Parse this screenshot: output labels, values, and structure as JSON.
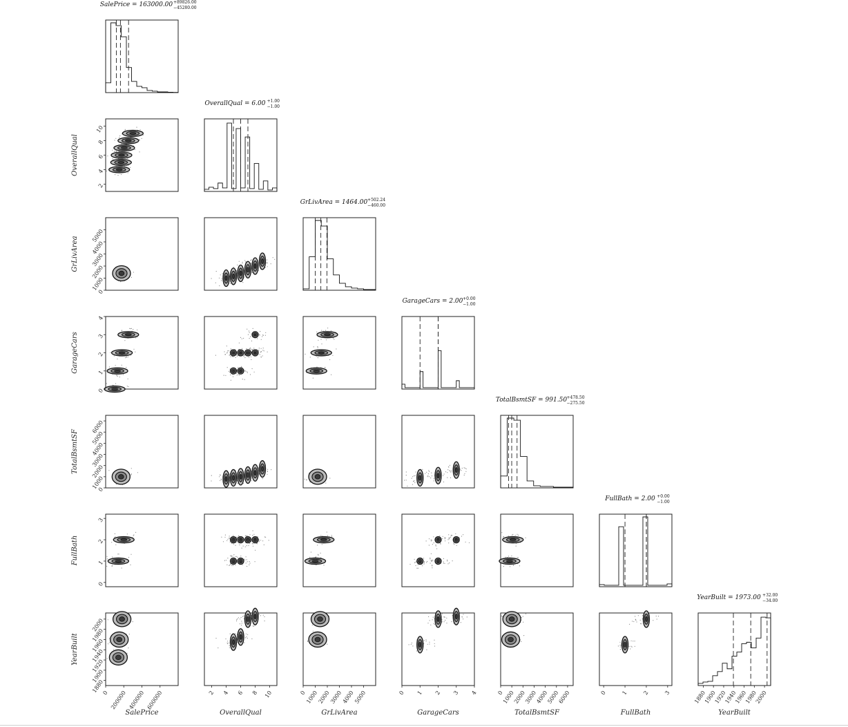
{
  "chart_data": {
    "type": "scatter",
    "subtype": "corner",
    "variables": [
      {
        "name": "SalePrice",
        "median": 163000.0,
        "plus": 89826.0,
        "minus": 45280.0,
        "title": {
          "main": "SalePrice = 163000.00",
          "sup": "+89826.00",
          "sub": "−45280.00"
        },
        "range": [
          0,
          800000
        ],
        "ticks": [
          0,
          200000,
          400000,
          600000
        ],
        "quantiles": [
          117720,
          163000,
          252826
        ],
        "hist": [
          0.14,
          1.0,
          0.96,
          0.8,
          0.36,
          0.16,
          0.09,
          0.07,
          0.03,
          0.02,
          0.01,
          0.01,
          0.005,
          0.003
        ]
      },
      {
        "name": "OverallQual",
        "median": 6.0,
        "plus": 1.0,
        "minus": 1.0,
        "title": {
          "main": "OverallQual = 6.00",
          "sup": "+1.00",
          "sub": "−1.00"
        },
        "range": [
          1,
          11
        ],
        "ticks": [
          2,
          4,
          6,
          8,
          10
        ],
        "quantiles": [
          5,
          6,
          7
        ],
        "hist": [
          0.03,
          0.06,
          0.04,
          0.12,
          0.05,
          0.98,
          0.04,
          0.9,
          0.05,
          0.78,
          0.04,
          0.4,
          0.03,
          0.15,
          0.02,
          0.05
        ]
      },
      {
        "name": "GrLivArea",
        "median": 1464.0,
        "plus": 502.24,
        "minus": 460.0,
        "title": {
          "main": "GrLivArea = 1464.00",
          "sup": "+502.24",
          "sub": "−460.00"
        },
        "range": [
          0,
          6000
        ],
        "ticks": [
          0,
          1000,
          2000,
          3000,
          4000,
          5000
        ],
        "quantiles": [
          1004,
          1464,
          1966
        ],
        "hist": [
          0.02,
          0.48,
          1.0,
          0.92,
          0.45,
          0.22,
          0.1,
          0.05,
          0.03,
          0.02,
          0.01,
          0.01
        ]
      },
      {
        "name": "GarageCars",
        "median": 2.0,
        "plus": 0.0,
        "minus": 1.0,
        "title": {
          "main": "GarageCars = 2.00",
          "sup": "+0.00",
          "sub": "−1.00"
        },
        "range": [
          0,
          4
        ],
        "ticks": [
          0,
          1,
          2,
          3,
          4
        ],
        "quantiles": [
          1,
          2,
          2
        ],
        "hist": [
          0.07,
          0.02,
          0.02,
          0.02,
          0.02,
          0.02,
          0.25,
          0.02,
          0.02,
          0.02,
          0.02,
          0.02,
          0.55,
          0.02,
          0.02,
          0.02,
          0.02,
          0.02,
          0.12,
          0.02,
          0.02,
          0.02,
          0.02,
          0.02
        ]
      },
      {
        "name": "TotalBsmtSF",
        "median": 991.5,
        "plus": 478.5,
        "minus": 275.5,
        "title": {
          "main": "TotalBsmtSF = 991.50",
          "sup": "+478.50",
          "sub": "−275.50"
        },
        "range": [
          0,
          6500
        ],
        "ticks": [
          0,
          1000,
          2000,
          3000,
          4000,
          5000,
          6000
        ],
        "quantiles": [
          716,
          991.5,
          1470
        ],
        "hist": [
          0.17,
          1.0,
          0.97,
          0.45,
          0.1,
          0.03,
          0.02,
          0.02,
          0.01,
          0.01,
          0.01
        ]
      },
      {
        "name": "FullBath",
        "median": 2.0,
        "plus": 0.0,
        "minus": 1.0,
        "title": {
          "main": "FullBath = 2.00",
          "sup": "+0.00",
          "sub": "−1.00"
        },
        "range": [
          -0.2,
          3.2
        ],
        "ticks": [
          0,
          1,
          2,
          3
        ],
        "quantiles": [
          1,
          2,
          2
        ],
        "hist": [
          0.03,
          0.02,
          0.02,
          0.02,
          0.86,
          0.02,
          0.02,
          0.02,
          0.02,
          1.0,
          0.02,
          0.02,
          0.02,
          0.02,
          0.04
        ]
      },
      {
        "name": "YearBuilt",
        "median": 1973.0,
        "plus": 32.0,
        "minus": 34.0,
        "title": {
          "main": "YearBuilt = 1973.00",
          "sup": "+32.00",
          "sub": "−34.00"
        },
        "range": [
          1870,
          2012
        ],
        "ticks": [
          1880,
          1900,
          1920,
          1940,
          1960,
          1980,
          2000
        ],
        "quantiles": [
          1939,
          1973,
          2005
        ],
        "hist": [
          0.03,
          0.05,
          0.06,
          0.14,
          0.2,
          0.32,
          0.24,
          0.42,
          0.48,
          0.6,
          0.62,
          0.54,
          0.68,
          0.98,
          0.97
        ]
      }
    ],
    "pairs": [
      {
        "x": "SalePrice",
        "y": "OverallQual",
        "cores": [
          [
            150000,
            4
          ],
          [
            170000,
            5
          ],
          [
            175000,
            6
          ],
          [
            205000,
            7
          ],
          [
            250000,
            8
          ],
          [
            300000,
            9
          ]
        ]
      },
      {
        "x": "SalePrice",
        "y": "GrLivArea",
        "cores": [
          [
            175000,
            1400
          ]
        ]
      },
      {
        "x": "SalePrice",
        "y": "GarageCars",
        "cores": [
          [
            130000,
            1
          ],
          [
            180000,
            2
          ],
          [
            250000,
            3
          ],
          [
            100000,
            0
          ]
        ]
      },
      {
        "x": "SalePrice",
        "y": "TotalBsmtSF",
        "cores": [
          [
            170000,
            1000
          ]
        ]
      },
      {
        "x": "SalePrice",
        "y": "FullBath",
        "cores": [
          [
            140000,
            1
          ],
          [
            200000,
            2
          ]
        ]
      },
      {
        "x": "SalePrice",
        "y": "YearBuilt",
        "cores": [
          [
            180000,
            2000
          ],
          [
            150000,
            1960
          ],
          [
            140000,
            1925
          ]
        ]
      },
      {
        "x": "OverallQual",
        "y": "GrLivArea",
        "cores": [
          [
            4,
            1000
          ],
          [
            5,
            1150
          ],
          [
            6,
            1400
          ],
          [
            7,
            1700
          ],
          [
            8,
            2000
          ],
          [
            9,
            2400
          ]
        ]
      },
      {
        "x": "OverallQual",
        "y": "GarageCars",
        "cores": [
          [
            5,
            1
          ],
          [
            6,
            1
          ],
          [
            5,
            2
          ],
          [
            6,
            2
          ],
          [
            7,
            2
          ],
          [
            8,
            2
          ],
          [
            8,
            3
          ]
        ]
      },
      {
        "x": "OverallQual",
        "y": "TotalBsmtSF",
        "cores": [
          [
            4,
            800
          ],
          [
            5,
            900
          ],
          [
            6,
            1000
          ],
          [
            7,
            1150
          ],
          [
            8,
            1350
          ],
          [
            9,
            1700
          ]
        ]
      },
      {
        "x": "OverallQual",
        "y": "FullBath",
        "cores": [
          [
            5,
            1
          ],
          [
            6,
            1
          ],
          [
            5,
            2
          ],
          [
            6,
            2
          ],
          [
            7,
            2
          ],
          [
            8,
            2
          ]
        ]
      },
      {
        "x": "OverallQual",
        "y": "YearBuilt",
        "cores": [
          [
            5,
            1955
          ],
          [
            6,
            1965
          ],
          [
            7,
            2000
          ],
          [
            8,
            2005
          ]
        ]
      },
      {
        "x": "GrLivArea",
        "y": "GarageCars",
        "cores": [
          [
            1100,
            1
          ],
          [
            1500,
            2
          ],
          [
            2000,
            3
          ]
        ]
      },
      {
        "x": "GrLivArea",
        "y": "TotalBsmtSF",
        "cores": [
          [
            1200,
            1000
          ]
        ]
      },
      {
        "x": "GrLivArea",
        "y": "FullBath",
        "cores": [
          [
            1000,
            1
          ],
          [
            1700,
            2
          ]
        ]
      },
      {
        "x": "GrLivArea",
        "y": "YearBuilt",
        "cores": [
          [
            1400,
            2000
          ],
          [
            1200,
            1960
          ]
        ]
      },
      {
        "x": "GarageCars",
        "y": "TotalBsmtSF",
        "cores": [
          [
            1,
            900
          ],
          [
            2,
            1100
          ],
          [
            3,
            1600
          ]
        ]
      },
      {
        "x": "GarageCars",
        "y": "FullBath",
        "cores": [
          [
            1,
            1
          ],
          [
            2,
            1
          ],
          [
            2,
            2
          ],
          [
            3,
            2
          ]
        ]
      },
      {
        "x": "GarageCars",
        "y": "YearBuilt",
        "cores": [
          [
            1,
            1950
          ],
          [
            2,
            2000
          ],
          [
            3,
            2005
          ]
        ]
      },
      {
        "x": "TotalBsmtSF",
        "y": "FullBath",
        "cores": [
          [
            800,
            1
          ],
          [
            1100,
            2
          ]
        ]
      },
      {
        "x": "TotalBsmtSF",
        "y": "YearBuilt",
        "cores": [
          [
            1000,
            2000
          ],
          [
            900,
            1960
          ]
        ]
      },
      {
        "x": "FullBath",
        "y": "YearBuilt",
        "cores": [
          [
            1,
            1950
          ],
          [
            2,
            2000
          ]
        ]
      }
    ]
  }
}
